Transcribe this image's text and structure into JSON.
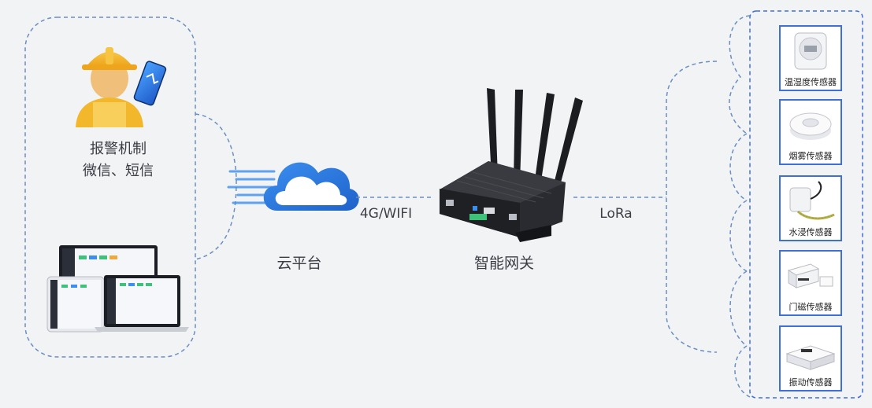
{
  "alarm": {
    "title": "报警机制",
    "channels": "微信、短信"
  },
  "cloud": {
    "label": "云平台"
  },
  "gateway": {
    "label": "智能网关"
  },
  "links": {
    "cloud_gateway": "4G/WIFI",
    "gateway_sensors": "LoRa"
  },
  "sensors": [
    {
      "label": "温湿度传感器",
      "icon": "thermo-hygrometer-icon"
    },
    {
      "label": "烟雾传感器",
      "icon": "smoke-detector-icon"
    },
    {
      "label": "水浸传感器",
      "icon": "water-leak-sensor-icon"
    },
    {
      "label": "门磁传感器",
      "icon": "door-magnet-sensor-icon"
    },
    {
      "label": "振动传感器",
      "icon": "vibration-sensor-icon"
    }
  ],
  "colors": {
    "accent_blue": "#3f6fd8",
    "dashed_line": "#6a8fc0",
    "helmet_yellow": "#f3b72b",
    "cloud_blue": "#2f7de0",
    "gateway_black": "#1c1d21"
  }
}
